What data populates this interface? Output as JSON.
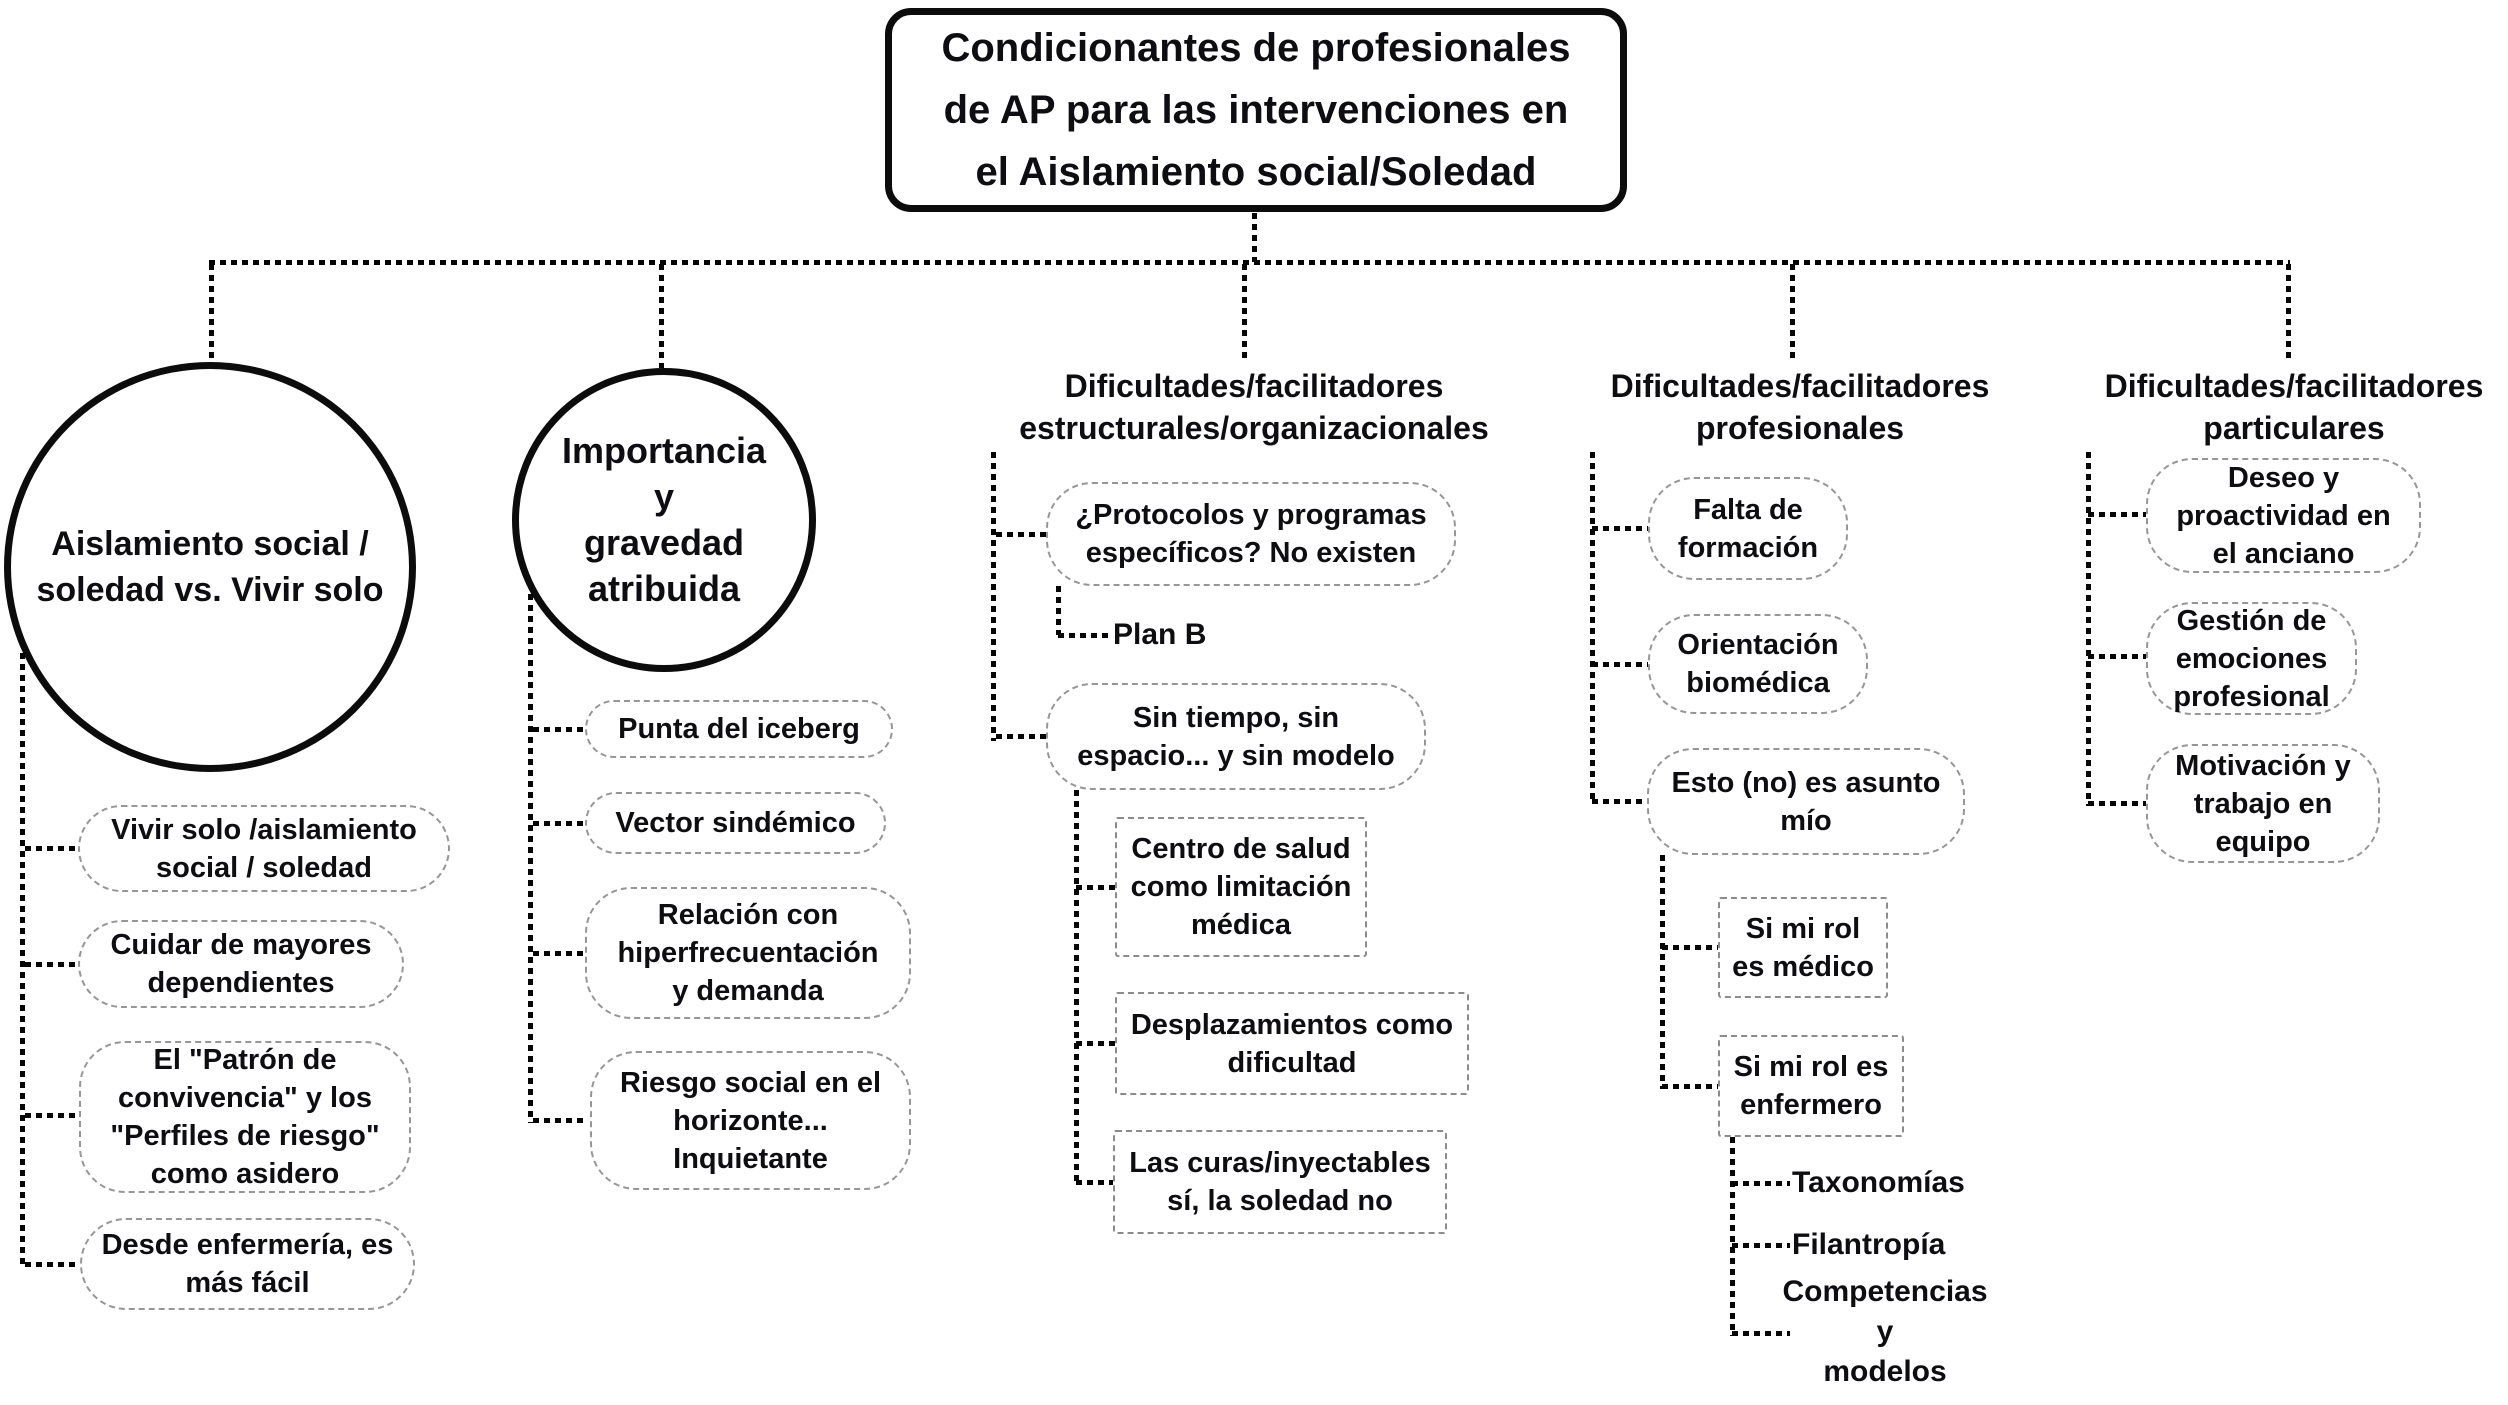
{
  "title": "Condicionantes de profesionales\nde AP para las intervenciones en\nel Aislamiento social/Soledad",
  "colors": {
    "line": "#050505",
    "text": "#0d0d12",
    "node_border": "#969696",
    "strong_border": "#0c0c0c",
    "background": "#ffffff"
  },
  "b1": {
    "label": "Aislamiento social /\nsoledad vs. Vivir solo",
    "vivir": "Vivir solo /aislamiento\nsocial / soledad",
    "cuidar": "Cuidar de mayores\ndependientes",
    "patron": "El \"Patrón de\nconvivencia\" y los\n\"Perfiles de riesgo\"\ncomo asidero",
    "enfermeria": "Desde enfermería, es\nmás fácil"
  },
  "b2": {
    "label": "Importancia\ny\ngravedad\natribuida",
    "punta": "Punta del iceberg",
    "vector": "Vector sindémico",
    "relacion": "Relación con\nhiperfrecuentación\ny demanda",
    "riesgo": "Riesgo social en el\nhorizonte...\nInquietante"
  },
  "b3": {
    "label": "Dificultades/facilitadores\nestructurales/organizacionales",
    "protocolos": "¿Protocolos y programas\nespecíficos? No existen",
    "plan_b": "Plan B",
    "sin_tiempo": "Sin tiempo, sin\nespacio... y sin modelo",
    "centro": "Centro de salud\ncomo limitación\nmédica",
    "desplazamientos": "Desplazamientos como\ndificultad",
    "curas": "Las curas/inyectables\nsí, la soledad no"
  },
  "b4": {
    "label": "Dificultades/facilitadores\nprofesionales",
    "falta": "Falta de\nformación",
    "orientacion": "Orientación\nbiomédica",
    "esto": "Esto (no) es asunto\nmío",
    "rol_medico": "Si mi rol\nes médico",
    "rol_enfermero": "Si mi rol es\nenfermero",
    "taxonomias": "Taxonomías",
    "filantropia": "Filantropía",
    "competencias": "Competencias\ny\nmodelos"
  },
  "b5": {
    "label": "Dificultades/facilitadores\nparticulares",
    "deseo": "Deseo y\nproactividad en\nel anciano",
    "gestion": "Gestión de\nemociones\nprofesional",
    "motivacion": "Motivación y\ntrabajo en\nequipo"
  }
}
